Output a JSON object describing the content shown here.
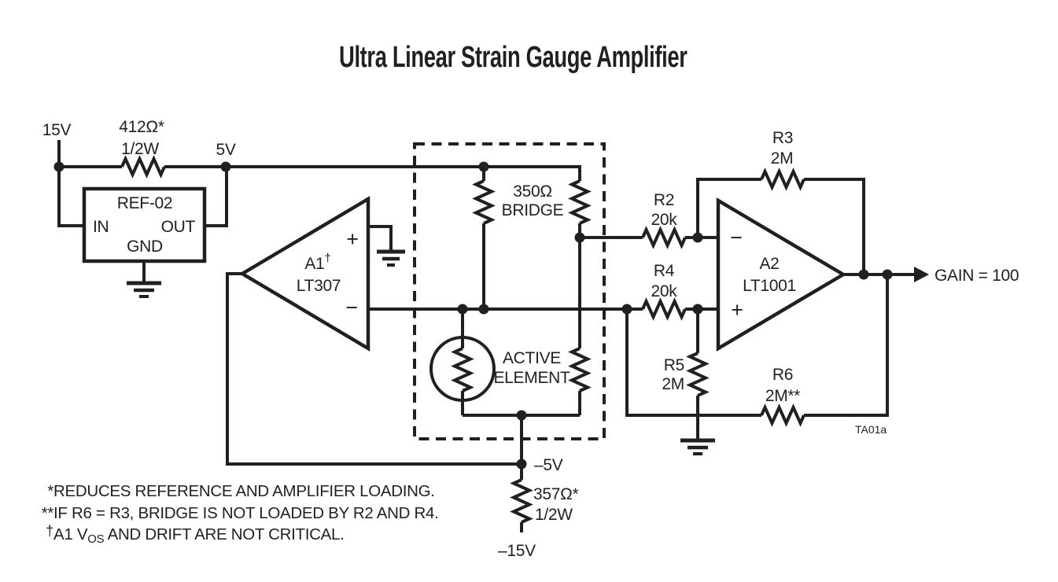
{
  "title": "Ultra Linear Strain Gauge Amplifier",
  "colors": {
    "wire": "#231f20",
    "ref02_fill": "#eabdb3"
  },
  "power": {
    "v15": "15V",
    "v5": "5V",
    "vneg5": "–5V",
    "vneg15": "–15V"
  },
  "resistors": {
    "r412": {
      "value": "412Ω*",
      "power": "1/2W"
    },
    "r357": {
      "value": "357Ω*",
      "power": "1/2W"
    },
    "r2": {
      "name": "R2",
      "value": "20k"
    },
    "r3": {
      "name": "R3",
      "value": "2M"
    },
    "r4": {
      "name": "R4",
      "value": "20k"
    },
    "r5": {
      "name": "R5",
      "value": "2M"
    },
    "r6": {
      "name": "R6",
      "value": "2M**"
    }
  },
  "ref02": {
    "name": "REF-02",
    "pin_in": "IN",
    "pin_out": "OUT",
    "pin_gnd": "GND"
  },
  "bridge": {
    "value": "350Ω",
    "label": "BRIDGE",
    "active_line1": "ACTIVE",
    "active_line2": "ELEMENT"
  },
  "a1": {
    "name": "A1",
    "sup": "†",
    "part": "LT307",
    "plus": "+",
    "minus": "−"
  },
  "a2": {
    "name": "A2",
    "part": "LT1001",
    "plus": "+",
    "minus": "−"
  },
  "output": {
    "gain": "GAIN = 100"
  },
  "fig_id": "TA01a",
  "notes": [
    {
      "prefix": "*",
      "text": "REDUCES REFERENCE AND AMPLIFIER LOADING."
    },
    {
      "prefix": "**",
      "text": "IF R6 = R3, BRIDGE IS NOT LOADED BY R2 AND R4."
    },
    {
      "prefix": "†",
      "pre": "A1 V",
      "sub": "OS",
      "post": " AND DRIFT ARE NOT CRITICAL."
    }
  ]
}
